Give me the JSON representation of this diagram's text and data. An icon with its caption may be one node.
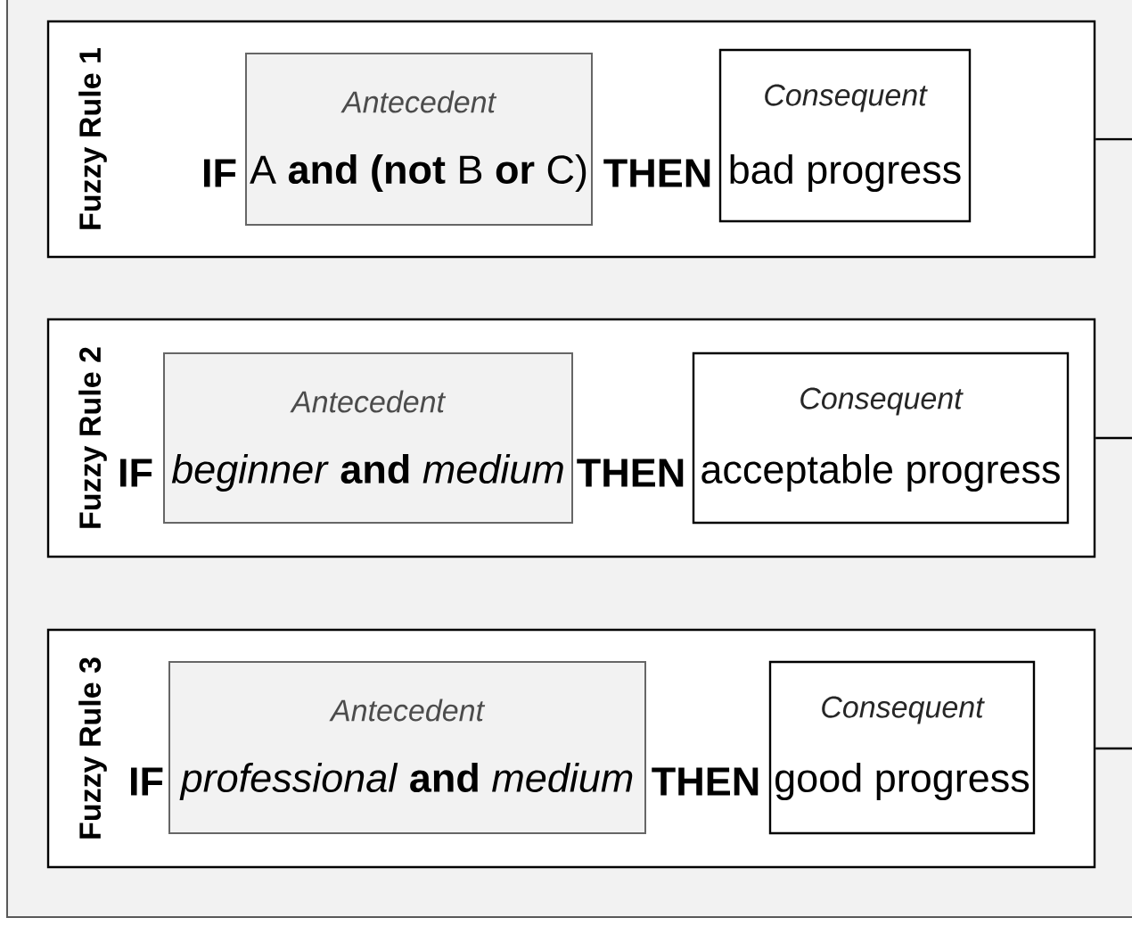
{
  "diagram": {
    "nodes": [
      {
        "text": [],
        "shape": "box"
      },
      {
        "text": [
          "Fuzzy Rule 1",
          "IF",
          "THEN"
        ],
        "in": 0
      },
      {
        "text": [
          "Antecedent",
          "A **and (not** B **or** C)"
        ],
        "in": 1
      },
      {
        "text": [
          "Consequent",
          "bad progress"
        ],
        "in": 1
      },
      {
        "text": [
          "Fuzzy Rule 2",
          "IF",
          "THEN"
        ],
        "in": 0
      },
      {
        "text": [
          "Antecedent",
          "*beginner* **and** *medium*"
        ],
        "in": 4
      },
      {
        "text": [
          "Consequent",
          "acceptable progress"
        ],
        "in": 4
      },
      {
        "text": [
          "Fuzzy Rule 3",
          "IF",
          "THEN"
        ],
        "in": 0
      },
      {
        "text": [
          "Antecedent",
          "*professional* **and** *medium*"
        ],
        "in": 7
      },
      {
        "text": [
          "Consequent",
          "good progress"
        ],
        "in": 7
      }
    ],
    "edges": [
      {
        "from": 1,
        "to": null,
        "arrow": "none"
      },
      {
        "from": 4,
        "to": null,
        "arrow": "none"
      },
      {
        "from": 7,
        "to": null,
        "arrow": "none"
      }
    ]
  }
}
